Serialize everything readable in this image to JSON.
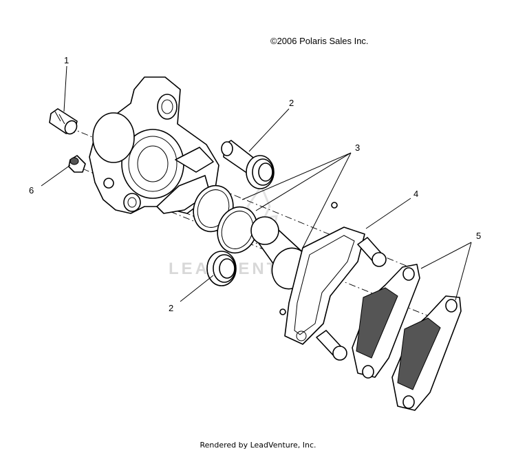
{
  "copyright": "©2006 Polaris Sales Inc.",
  "footer": "Rendered by LeadVenture, Inc.",
  "watermark": "LEADVENTURE",
  "callouts": [
    "1",
    "2",
    "3",
    "4",
    "5",
    "6",
    "2"
  ]
}
